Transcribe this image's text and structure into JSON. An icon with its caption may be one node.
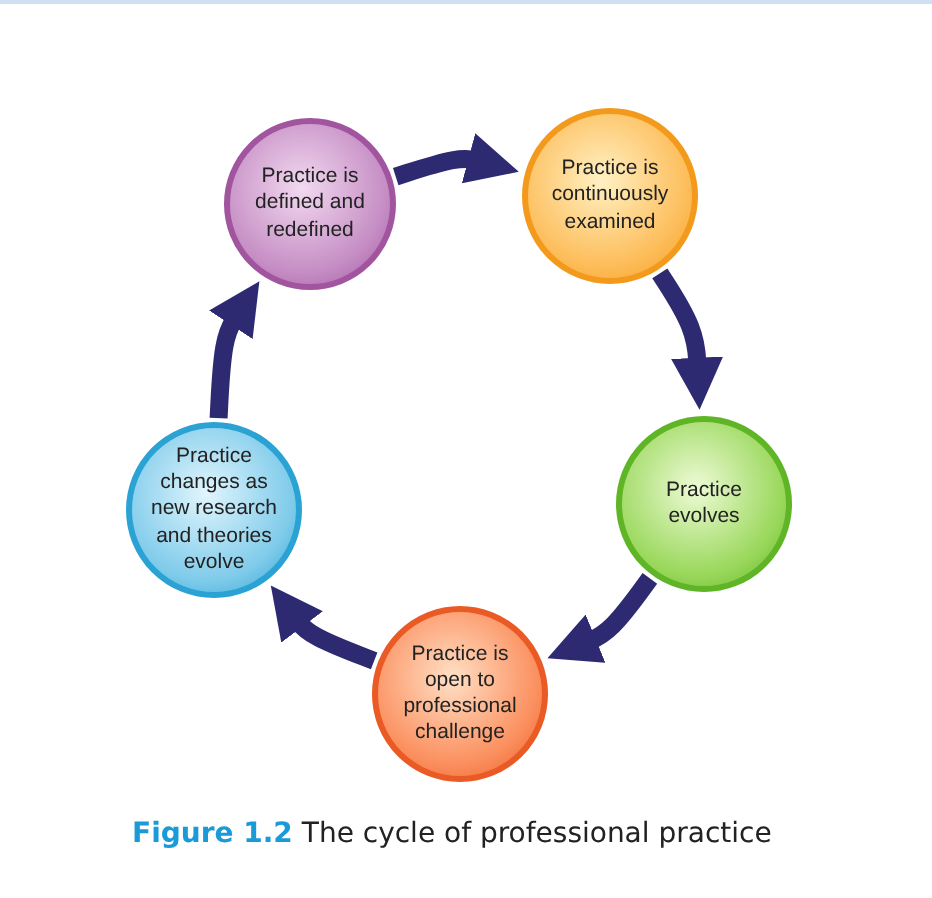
{
  "diagram": {
    "caption": "**Figure 1.2** The cycle of professional practice",
    "nodes": [
      {
        "text": [
          "Practice is defined and redefined"
        ]
      },
      {
        "text": [
          "Practice is continuously examined"
        ]
      },
      {
        "text": [
          "Practice evolves"
        ]
      },
      {
        "text": [
          "Practice is open to professional challenge"
        ]
      },
      {
        "text": [
          "Practice changes as new research and theories evolve"
        ]
      }
    ],
    "edges": [
      {
        "from": 0,
        "to": 1,
        "arrow": "to"
      },
      {
        "from": 1,
        "to": 2,
        "arrow": "to"
      },
      {
        "from": 2,
        "to": 3,
        "arrow": "to"
      },
      {
        "from": 3,
        "to": 4,
        "arrow": "to"
      },
      {
        "from": 4,
        "to": 0,
        "arrow": "to"
      }
    ]
  }
}
